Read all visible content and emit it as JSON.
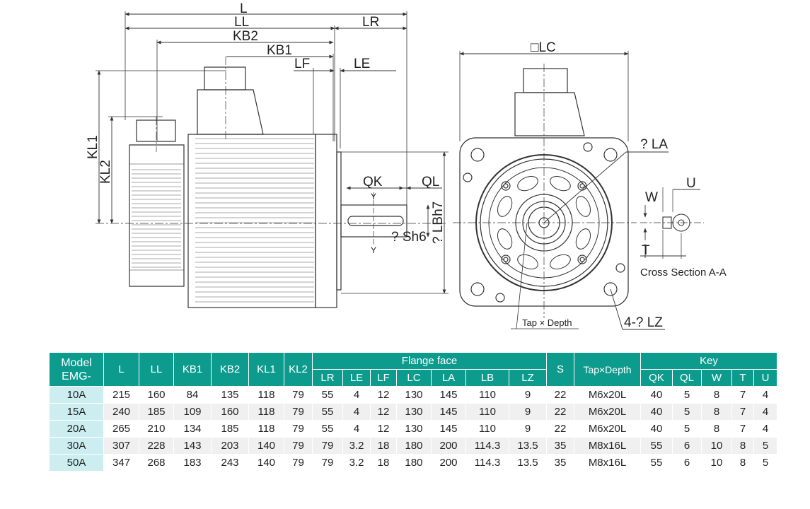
{
  "drawing": {
    "side_labels": {
      "L": "L",
      "LL": "LL",
      "LR": "LR",
      "KB2": "KB2",
      "KB1": "KB1",
      "LF": "LF",
      "LE": "LE",
      "KL1": "KL1",
      "KL2": "KL2",
      "QK": "QK",
      "QL": "QL",
      "Y_top": "Y",
      "Y_bottom": "Y",
      "LB": "? LBh7",
      "S": "? Sh6"
    },
    "front_labels": {
      "LC": "□LC",
      "LA": "? LA",
      "LZ": "4-? LZ",
      "tap": "Tap × Depth"
    },
    "section_labels": {
      "U": "U",
      "W": "W",
      "T": "T",
      "caption": "Cross  Section  A-A"
    }
  },
  "table": {
    "header_row1": {
      "model": "Model\nEMG-",
      "L": "L",
      "LL": "LL",
      "KB1": "KB1",
      "KB2": "KB2",
      "KL1": "KL1",
      "KL2": "KL2",
      "flange": "Flange face",
      "S": "S",
      "tap": "Tap×Depth",
      "key": "Key"
    },
    "header_row2": [
      "LR",
      "LE",
      "LF",
      "LC",
      "LA",
      "LB",
      "LZ",
      "QK",
      "QL",
      "W",
      "T",
      "U"
    ],
    "rows": [
      [
        "10A",
        "215",
        "160",
        "84",
        "135",
        "118",
        "79",
        "55",
        "4",
        "12",
        "130",
        "145",
        "110",
        "9",
        "22",
        "M6x20L",
        "40",
        "5",
        "8",
        "7",
        "4"
      ],
      [
        "15A",
        "240",
        "185",
        "109",
        "160",
        "118",
        "79",
        "55",
        "4",
        "12",
        "130",
        "145",
        "110",
        "9",
        "22",
        "M6x20L",
        "40",
        "5",
        "8",
        "7",
        "4"
      ],
      [
        "20A",
        "265",
        "210",
        "134",
        "185",
        "118",
        "79",
        "55",
        "4",
        "12",
        "130",
        "145",
        "110",
        "9",
        "22",
        "M6x20L",
        "40",
        "5",
        "8",
        "7",
        "4"
      ],
      [
        "30A",
        "307",
        "228",
        "143",
        "203",
        "140",
        "79",
        "79",
        "3.2",
        "18",
        "180",
        "200",
        "114.3",
        "13.5",
        "35",
        "M8x16L",
        "55",
        "6",
        "10",
        "8",
        "5"
      ],
      [
        "50A",
        "347",
        "268",
        "183",
        "243",
        "140",
        "79",
        "79",
        "3.2",
        "18",
        "180",
        "200",
        "114.3",
        "13.5",
        "35",
        "M8x16L",
        "55",
        "6",
        "10",
        "8",
        "5"
      ]
    ]
  }
}
